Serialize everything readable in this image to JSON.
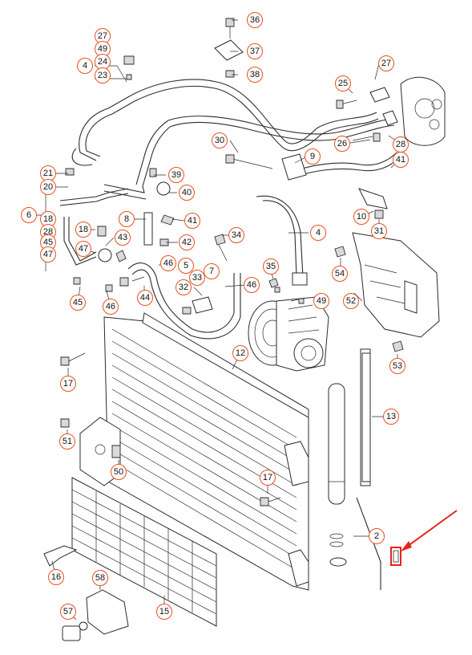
{
  "diagram": {
    "callouts": [
      {
        "id": "c36",
        "label": "36"
      },
      {
        "id": "c37",
        "label": "37"
      },
      {
        "id": "c38",
        "label": "38"
      },
      {
        "id": "c27a",
        "label": "27"
      },
      {
        "id": "c49a",
        "label": "49"
      },
      {
        "id": "c24",
        "label": "24"
      },
      {
        "id": "c23",
        "label": "23"
      },
      {
        "id": "c4a",
        "label": "4"
      },
      {
        "id": "c27b",
        "label": "27"
      },
      {
        "id": "c25",
        "label": "25"
      },
      {
        "id": "c26",
        "label": "26"
      },
      {
        "id": "c28a",
        "label": "28"
      },
      {
        "id": "c41a",
        "label": "41"
      },
      {
        "id": "c30",
        "label": "30"
      },
      {
        "id": "c9",
        "label": "9"
      },
      {
        "id": "c21",
        "label": "21"
      },
      {
        "id": "c20",
        "label": "20"
      },
      {
        "id": "c6",
        "label": "6"
      },
      {
        "id": "c18a",
        "label": "18"
      },
      {
        "id": "c28b",
        "label": "28"
      },
      {
        "id": "c45a",
        "label": "45"
      },
      {
        "id": "c47a",
        "label": "47"
      },
      {
        "id": "c39",
        "label": "39"
      },
      {
        "id": "c40",
        "label": "40"
      },
      {
        "id": "c8",
        "label": "8"
      },
      {
        "id": "c41b",
        "label": "41"
      },
      {
        "id": "c42",
        "label": "42"
      },
      {
        "id": "c10",
        "label": "10"
      },
      {
        "id": "c31",
        "label": "31"
      },
      {
        "id": "c18b",
        "label": "18"
      },
      {
        "id": "c43",
        "label": "43"
      },
      {
        "id": "c47b",
        "label": "47"
      },
      {
        "id": "c34",
        "label": "34"
      },
      {
        "id": "c4b",
        "label": "4"
      },
      {
        "id": "c46a",
        "label": "46"
      },
      {
        "id": "c5",
        "label": "5"
      },
      {
        "id": "c7",
        "label": "7"
      },
      {
        "id": "c33",
        "label": "33"
      },
      {
        "id": "c35",
        "label": "35"
      },
      {
        "id": "c54",
        "label": "54"
      },
      {
        "id": "c32",
        "label": "32"
      },
      {
        "id": "c46b",
        "label": "46"
      },
      {
        "id": "c49b",
        "label": "49"
      },
      {
        "id": "c52",
        "label": "52"
      },
      {
        "id": "c45b",
        "label": "45"
      },
      {
        "id": "c46c",
        "label": "46"
      },
      {
        "id": "c44",
        "label": "44"
      },
      {
        "id": "c12",
        "label": "12"
      },
      {
        "id": "c53",
        "label": "53"
      },
      {
        "id": "c17a",
        "label": "17"
      },
      {
        "id": "c13",
        "label": "13"
      },
      {
        "id": "c51",
        "label": "51"
      },
      {
        "id": "c50",
        "label": "50"
      },
      {
        "id": "c17b",
        "label": "17"
      },
      {
        "id": "c2",
        "label": "2"
      },
      {
        "id": "c16",
        "label": "16"
      },
      {
        "id": "c58",
        "label": "58"
      },
      {
        "id": "c57",
        "label": "57"
      },
      {
        "id": "c15",
        "label": "15"
      }
    ]
  },
  "colors": {
    "callout_border": "#e8501e",
    "highlight": "#e8231e",
    "line": "#2b2b2b"
  }
}
